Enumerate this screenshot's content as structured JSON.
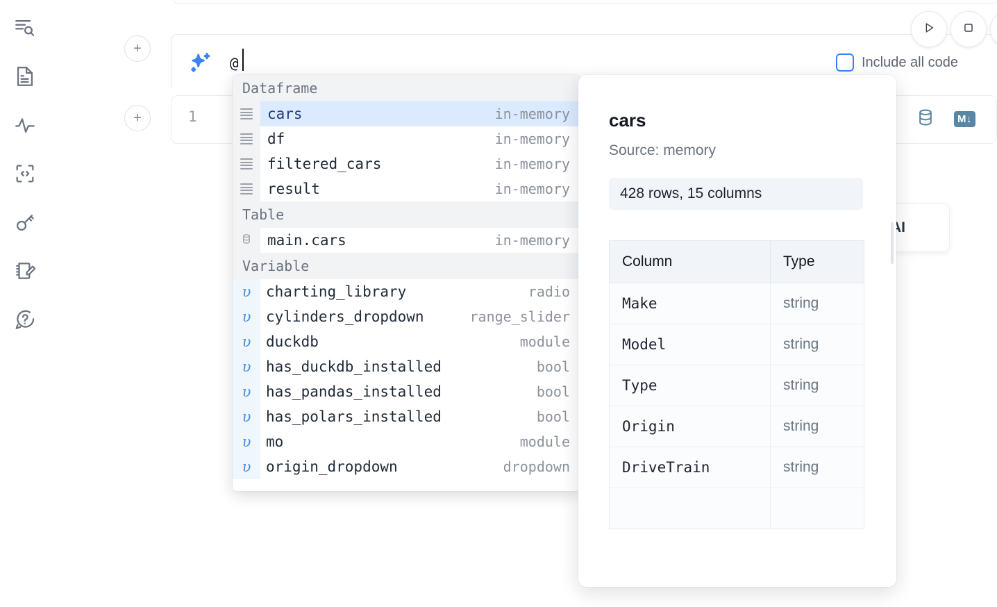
{
  "sidebar": {
    "items": [
      {
        "name": "outline-search-icon",
        "label": "Outline"
      },
      {
        "name": "file-text-icon",
        "label": "Notebook"
      },
      {
        "name": "activity-pulse-icon",
        "label": "Activity"
      },
      {
        "name": "code-snippet-icon",
        "label": "Snippets"
      },
      {
        "name": "key-icon",
        "label": "Secrets"
      },
      {
        "name": "notepad-pencil-icon",
        "label": "Scratchpad"
      },
      {
        "name": "help-chat-icon",
        "label": "Help"
      }
    ]
  },
  "toolbar": {
    "run_label": "Run",
    "stop_label": "Interrupt",
    "extra_label": "More",
    "include_all_code_label": "Include all code",
    "include_all_code_checked": false
  },
  "ai_prompt": {
    "value": "@",
    "placeholder": "",
    "icon": "sparkle-icon"
  },
  "code_cell": {
    "line_number": "1",
    "content": "",
    "icons": [
      {
        "name": "database-icon",
        "label": "Database"
      },
      {
        "name": "markdown-icon",
        "label": "M↓"
      }
    ]
  },
  "ai_chip": {
    "label": "AI"
  },
  "autocomplete": {
    "groups": [
      {
        "title": "Dataframe",
        "kind": "dataframe",
        "items": [
          {
            "label": "cars",
            "type": "in-memory",
            "selected": true
          },
          {
            "label": "df",
            "type": "in-memory",
            "selected": false
          },
          {
            "label": "filtered_cars",
            "type": "in-memory",
            "selected": false
          },
          {
            "label": "result",
            "type": "in-memory",
            "selected": false
          }
        ]
      },
      {
        "title": "Table",
        "kind": "table",
        "items": [
          {
            "label": "main.cars",
            "type": "in-memory",
            "selected": false
          }
        ]
      },
      {
        "title": "Variable",
        "kind": "variable",
        "items": [
          {
            "label": "charting_library",
            "type": "radio",
            "selected": false
          },
          {
            "label": "cylinders_dropdown",
            "type": "range_slider",
            "selected": false
          },
          {
            "label": "duckdb",
            "type": "module",
            "selected": false
          },
          {
            "label": "has_duckdb_installed",
            "type": "bool",
            "selected": false
          },
          {
            "label": "has_pandas_installed",
            "type": "bool",
            "selected": false
          },
          {
            "label": "has_polars_installed",
            "type": "bool",
            "selected": false
          },
          {
            "label": "mo",
            "type": "module",
            "selected": false
          },
          {
            "label": "origin_dropdown",
            "type": "dropdown",
            "selected": false
          }
        ]
      }
    ]
  },
  "documentation": {
    "title": "cars",
    "source": "Source: memory",
    "shape": "428 rows, 15 columns",
    "table": {
      "headers": [
        "Column",
        "Type"
      ],
      "rows": [
        [
          "Make",
          "string"
        ],
        [
          "Model",
          "string"
        ],
        [
          "Type",
          "string"
        ],
        [
          "Origin",
          "string"
        ],
        [
          "DriveTrain",
          "string"
        ]
      ]
    }
  },
  "colors": {
    "accent_blue": "#3b82f6",
    "selection_blue": "#dbeafe",
    "variable_gutter": "#eff6fc",
    "group_header_bg": "#f1f3f5",
    "muted_text": "#8b929c",
    "icon_rail": "#6b7280",
    "md_badge": "#5a86a6"
  }
}
